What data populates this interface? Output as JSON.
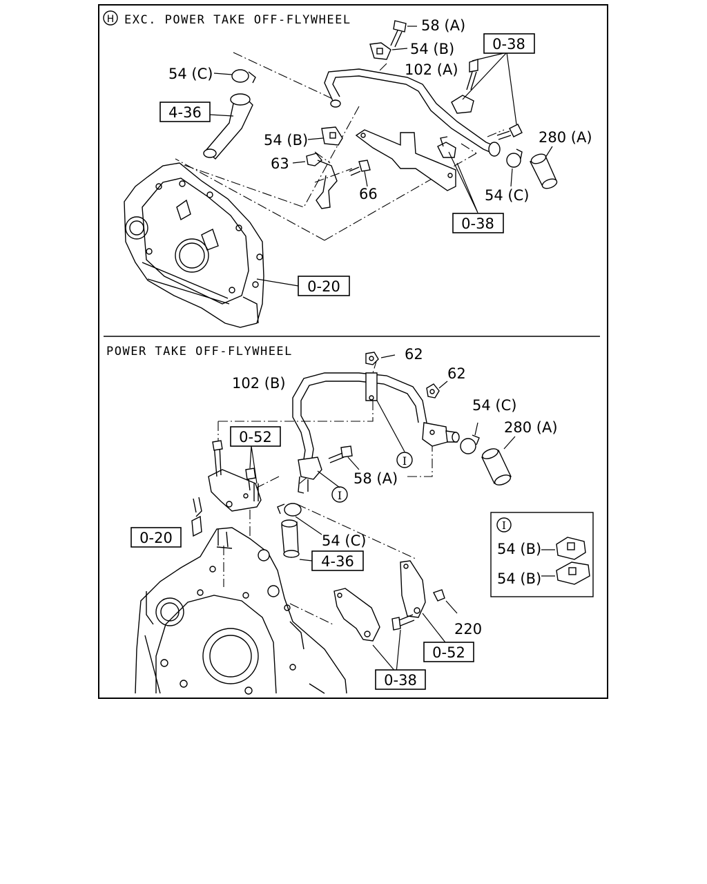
{
  "sections": {
    "top": {
      "marker": "H",
      "title": "EXC. POWER TAKE OFF-FLYWHEEL",
      "callouts": {
        "c58a": "58 (A)",
        "c54b_1": "54 (B)",
        "c102a": "102 (A)",
        "c54c_1": "54 (C)",
        "c54b_2": "54 (B)",
        "c63": "63",
        "c66": "66",
        "c280a": "280 (A)",
        "c54c_2": "54 (C)"
      },
      "refs": {
        "r038_a": "0-38",
        "r436": "4-36",
        "r038_b": "0-38",
        "r020": "0-20"
      }
    },
    "bottom": {
      "title": "POWER TAKE OFF-FLYWHEEL",
      "callouts": {
        "c62_1": "62",
        "c62_2": "62",
        "c102b": "102 (B)",
        "c54c_1": "54 (C)",
        "c280a": "280 (A)",
        "c58a": "58 (A)",
        "c54c_2": "54 (C)",
        "c220": "220",
        "marker_i_1": "I",
        "marker_i_2": "I"
      },
      "refs": {
        "r052_a": "0-52",
        "r020": "0-20",
        "r436": "4-36",
        "r052_b": "0-52",
        "r038": "0-38"
      },
      "detail": {
        "marker": "I",
        "item_1": "54 (B)",
        "item_2": "54 (B)"
      }
    }
  }
}
